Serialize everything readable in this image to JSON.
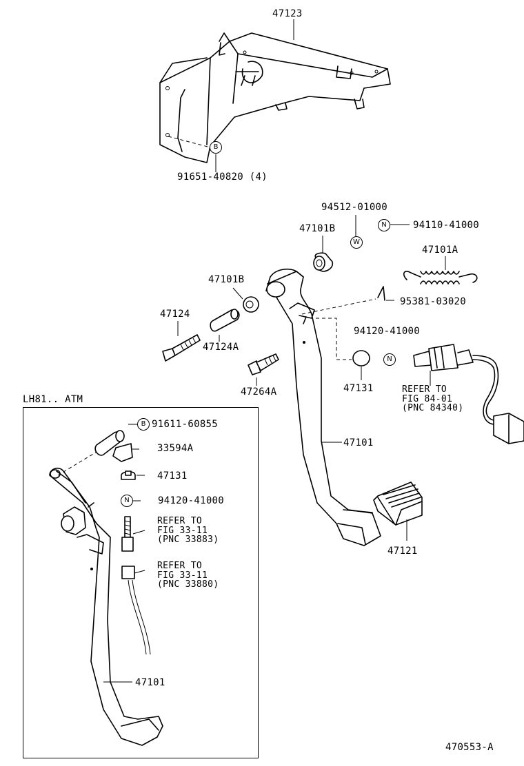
{
  "figure": {
    "figure_code": "470553-A",
    "inset_title": "LH81.. ATM",
    "symbols": {
      "bolt": "B",
      "nut": "N",
      "washer": "W"
    },
    "parts": {
      "bracket": "47123",
      "bracket_bolt": "91651-40820 (4)",
      "washer_no": "94512-01000",
      "bushing_b_upper": "47101B",
      "nut_upper": "94110-41000",
      "spring": "47101A",
      "bushing_b_lower": "47101B",
      "clip": "95381-03020",
      "bolt": "47124",
      "collar": "47124A",
      "nut_switch": "94120-41000",
      "stopper_bolt": "47264A",
      "cushion": "47131",
      "pedal": "47101",
      "pedal_pad": "47121"
    },
    "refer_switch": [
      "REFER TO",
      "FIG 84-01",
      "(PNC 84340)"
    ],
    "inset_parts": {
      "pin_bolt": "91611-60855",
      "clevis": "33594A",
      "cushion": "47131",
      "nut": "94120-41000",
      "pedal": "47101"
    },
    "refer_master_1": [
      "REFER TO",
      "FIG 33-11",
      "(PNC 33883)"
    ],
    "refer_master_2": [
      "REFER TO",
      "FIG 33-11",
      "(PNC 33880)"
    ]
  }
}
